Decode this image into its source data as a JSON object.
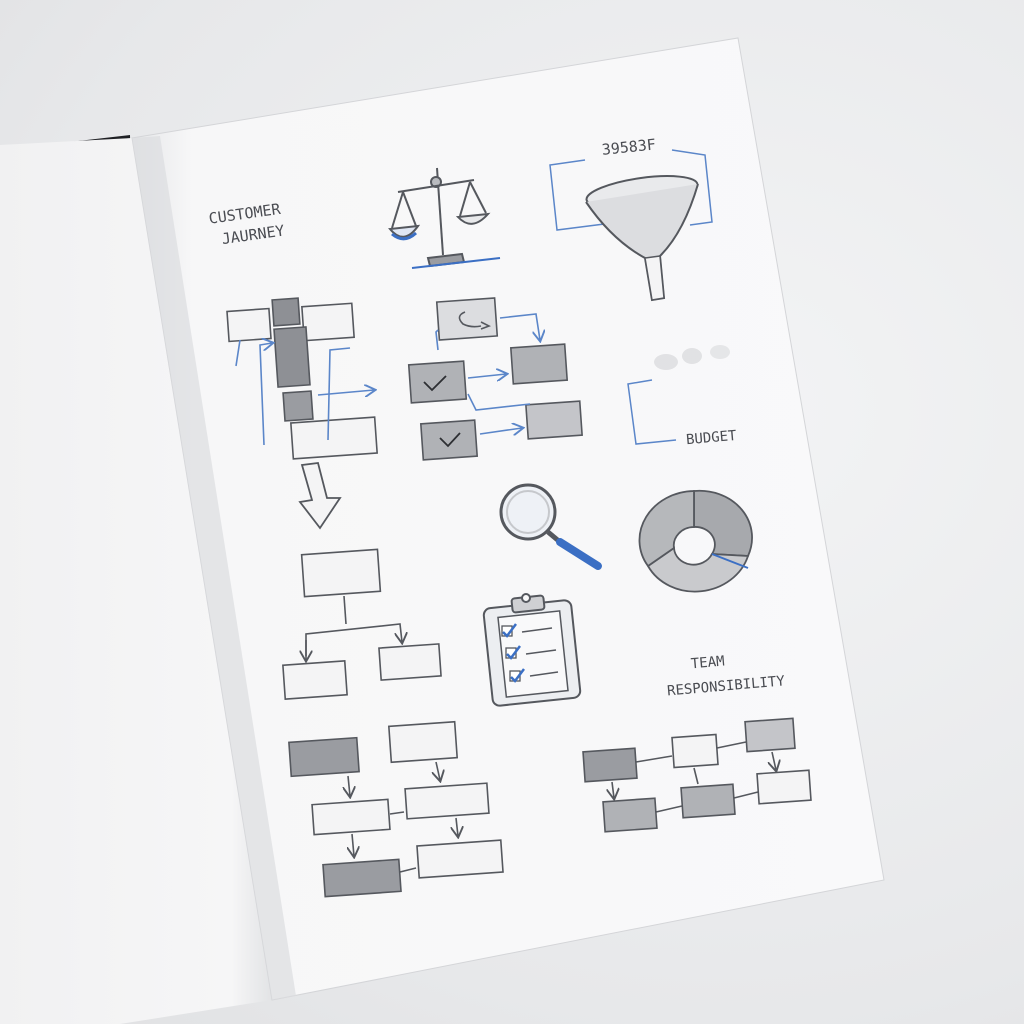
{
  "labels": {
    "customer_journey_line1": "CUSTOMER",
    "customer_journey_line2": "JAURNEY",
    "funnel_code": "39583F",
    "budget": "BUDGET",
    "team_line1": "TEAM",
    "team_line2": "RESPONSIBILITY"
  },
  "colors": {
    "ink": "#55585e",
    "accent_blue": "#3b6fc4",
    "grey_fill": "#9a9ca1",
    "page": "#f7f7f8"
  }
}
